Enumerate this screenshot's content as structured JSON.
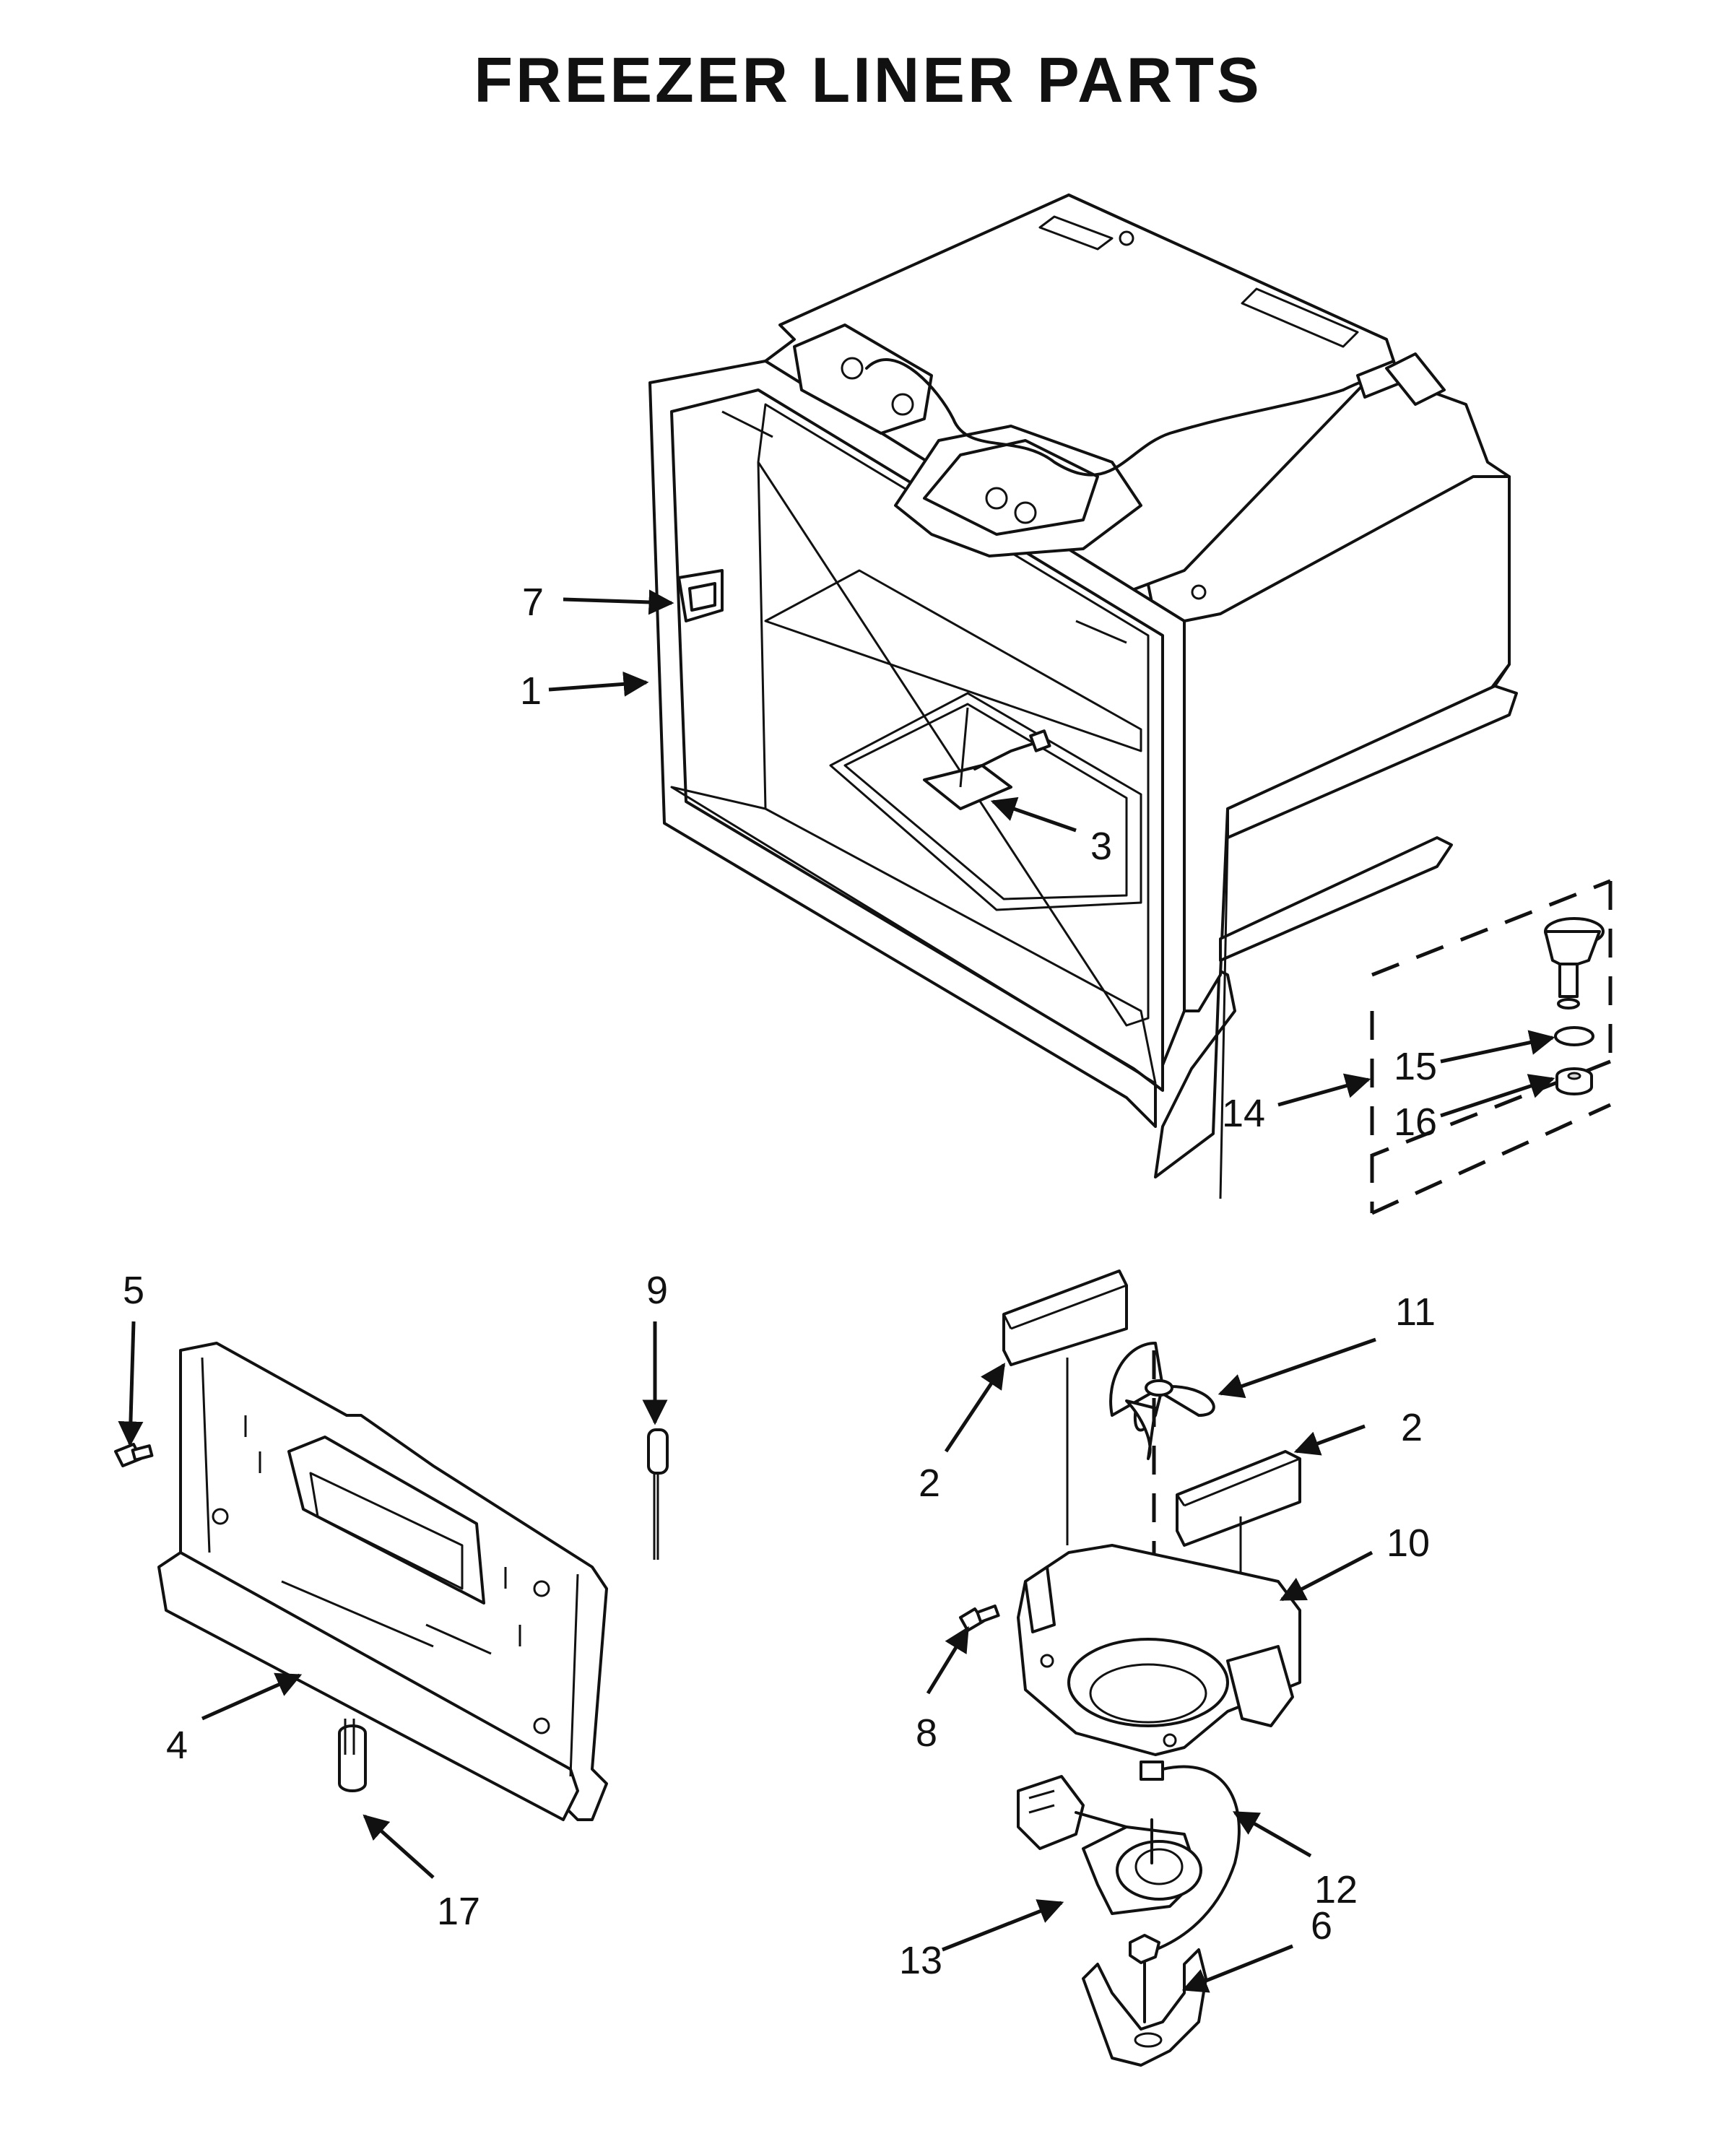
{
  "title": "FREEZER LINER PARTS",
  "callouts": {
    "p1": "1",
    "p2a": "2",
    "p2b": "2",
    "p3": "3",
    "p4": "4",
    "p5": "5",
    "p6": "6",
    "p7": "7",
    "p8": "8",
    "p9": "9",
    "p10": "10",
    "p11": "11",
    "p12": "12",
    "p13": "13",
    "p14": "14",
    "p15": "15",
    "p16": "16",
    "p17": "17"
  }
}
